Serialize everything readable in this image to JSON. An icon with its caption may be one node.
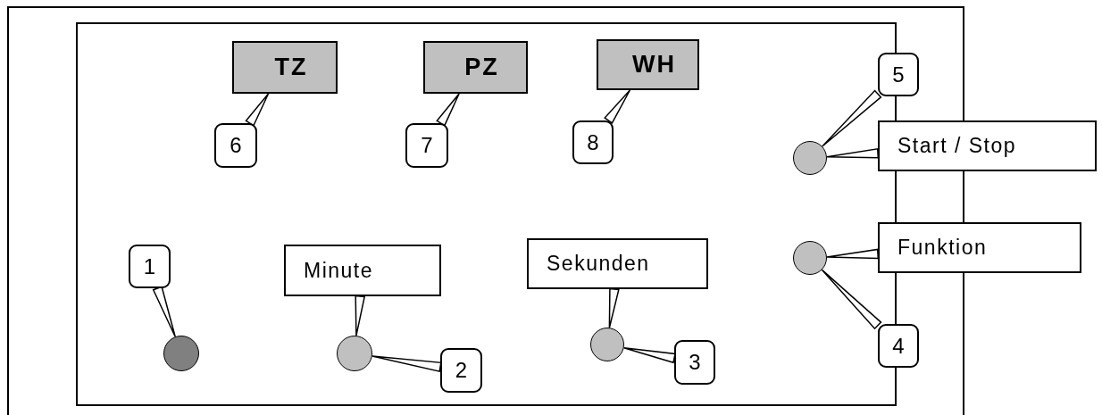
{
  "diagram": {
    "nodes": [
      {
        "text": [
          "TZ"
        ]
      },
      {
        "text": [
          "PZ"
        ]
      },
      {
        "text": [
          "WH"
        ]
      },
      {
        "text": [
          "5"
        ]
      },
      {
        "text": [
          "6"
        ]
      },
      {
        "text": [
          "7"
        ]
      },
      {
        "text": [
          "8"
        ]
      },
      {
        "text": [],
        "shape": "circle"
      },
      {
        "text": [
          "Start / Stop"
        ]
      },
      {
        "text": [
          "1"
        ]
      },
      {
        "text": [
          "Minute"
        ]
      },
      {
        "text": [
          "Sekunden"
        ]
      },
      {
        "text": [
          "Funktion"
        ]
      },
      {
        "text": [],
        "shape": "circle"
      },
      {
        "text": [],
        "shape": "circle"
      },
      {
        "text": [],
        "shape": "circle"
      },
      {
        "text": [
          "2"
        ]
      },
      {
        "text": [],
        "shape": "circle"
      },
      {
        "text": [
          "3"
        ]
      },
      {
        "text": [
          "4"
        ]
      }
    ],
    "edges": [
      {
        "from": 4,
        "to": 0,
        "arrow": "none"
      },
      {
        "from": 5,
        "to": 1,
        "arrow": "none"
      },
      {
        "from": 6,
        "to": 2,
        "arrow": "none"
      },
      {
        "from": 3,
        "to": 7,
        "arrow": "none"
      },
      {
        "from": 8,
        "to": 7,
        "arrow": "none"
      },
      {
        "from": 12,
        "to": 13,
        "arrow": "none"
      },
      {
        "from": 19,
        "to": 13,
        "arrow": "none"
      },
      {
        "from": 9,
        "to": 14,
        "arrow": "none"
      },
      {
        "from": 10,
        "to": 15,
        "arrow": "none"
      },
      {
        "from": 16,
        "to": 15,
        "arrow": "none"
      },
      {
        "from": 11,
        "to": 17,
        "arrow": "none"
      },
      {
        "from": 18,
        "to": 17,
        "arrow": "none"
      }
    ]
  }
}
